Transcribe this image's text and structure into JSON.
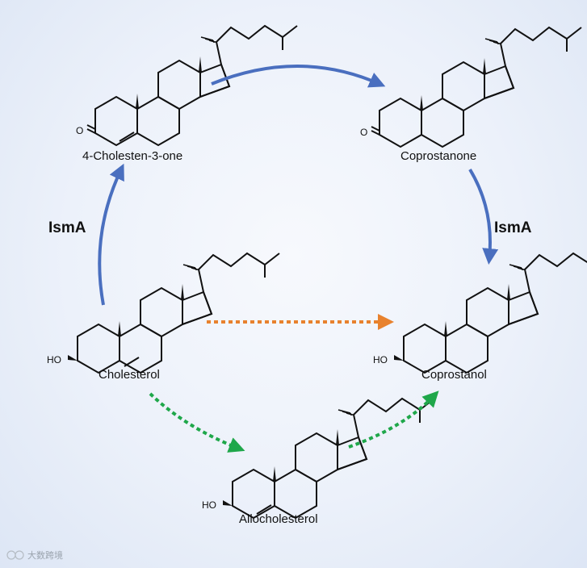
{
  "compounds": {
    "cholestenone": "4-Cholesten-3-one",
    "coprostanone": "Coprostanone",
    "cholesterol": "Cholesterol",
    "coprostanol": "Coprostanol",
    "allocholesterol": "Allocholesterol"
  },
  "enzymes": {
    "left": "IsmA",
    "right": "IsmA"
  },
  "atoms": {
    "oxygen": "O",
    "hydroxyl": "HO"
  },
  "watermark": "大数跨境",
  "colors": {
    "blue_arrow": "#4a6fbf",
    "orange_arrow": "#e8822e",
    "green_arrow": "#1fa74a"
  }
}
